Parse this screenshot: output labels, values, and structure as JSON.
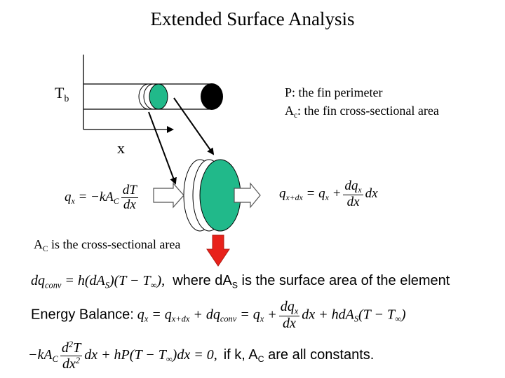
{
  "title": "Extended Surface Analysis",
  "labels": {
    "tb_main": "T",
    "tb_sub": "b",
    "x_axis": "x",
    "perimeter_line": "P:   the fin perimeter",
    "area_line_prefix": "A",
    "area_line_sub": "c",
    "area_line_rest": ":  the fin cross-sectional area",
    "ac_note_main": "A",
    "ac_note_sub": "C",
    "ac_note_rest": " is the cross-sectional area"
  },
  "eq_fourier": {
    "lhs": "q",
    "lhs_sub": "x",
    "rhs_prefix": "= −kA",
    "rhs_sub": "C",
    "num": "dT",
    "den": "dx"
  },
  "eq_outflow": {
    "lhs": "q",
    "lhs_sub": "x+dx",
    "eq": "= q",
    "q_sub": "x",
    "plus": "+",
    "num": "dq",
    "num_sub": "x",
    "den": "dx",
    "tail": "dx"
  },
  "eq_conv": {
    "lhs": "dq",
    "lhs_sub": "conv",
    "rhs": "= h(dA",
    "rhs_sub": "S",
    "rhs_tail": ")(T − T",
    "inf": "∞",
    "close": "),",
    "where": "where dA",
    "where_sub": "S",
    "where_rest": " is the surface area of the element"
  },
  "eq_energy": {
    "label": "Energy Balance:",
    "q": "q",
    "q_sub": "x",
    "eq1": "= q",
    "q1_sub": "x+dx",
    "plus1": "+ dq",
    "dq_sub": "conv",
    "eq2": "= q",
    "q2_sub": "x",
    "plus2": "+",
    "num": "dq",
    "num_sub": "x",
    "den": "dx",
    "tail": "dx + hdA",
    "tail_sub": "S",
    "tail2": "(T − T",
    "inf": "∞",
    "close": ")"
  },
  "eq_final": {
    "lhs": "−kA",
    "lhs_sub": "C",
    "num": "d",
    "num_sup": "2",
    "num_T": "T",
    "den": "dx",
    "den_sup": "2",
    "mid": "dx + hP(T − T",
    "inf": "∞",
    "mid2": ")dx = 0,",
    "if": "if k,  A",
    "if_sub": "C",
    "rest": " are all constants."
  },
  "colors": {
    "fin_green": "#21b98a",
    "tip_black": "#000000",
    "heat_arrow_red": "#e8211a",
    "arrow_outline": "#555555"
  }
}
